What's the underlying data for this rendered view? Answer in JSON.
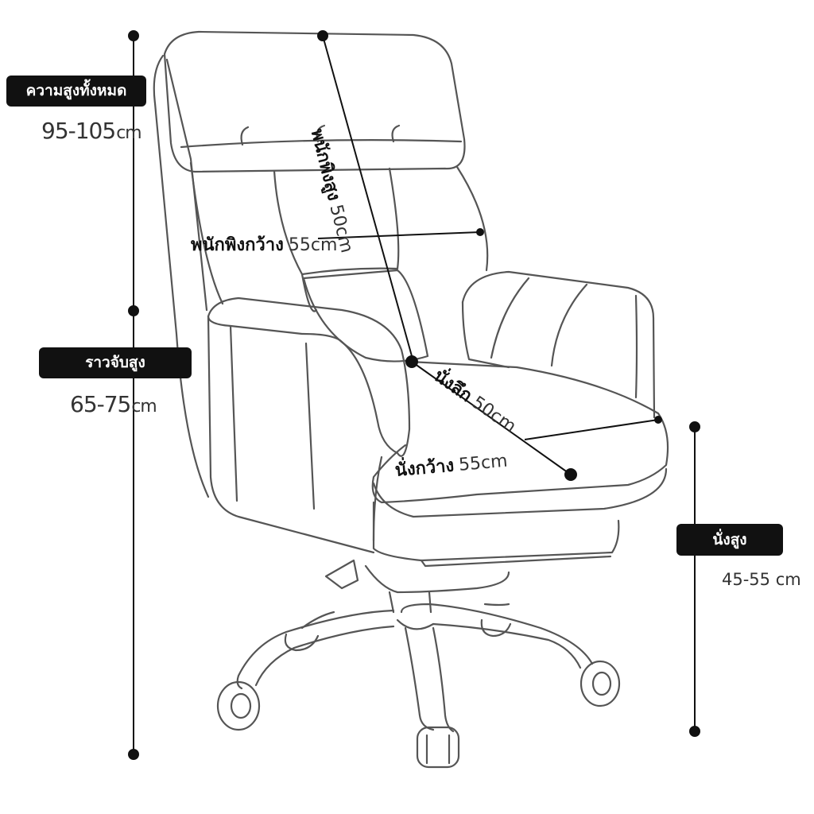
{
  "colors": {
    "ink": "#111111",
    "outline": "#555555",
    "text": "#333333",
    "background": "#ffffff"
  },
  "total_height": {
    "label": "ความสูงทั้งหมด",
    "value": "95-105",
    "unit": "cm"
  },
  "armrest_height": {
    "label": "ราวจับสูง",
    "value": "65-75",
    "unit": "cm"
  },
  "seat_height": {
    "label": "นั่งสูง",
    "value": "45-55 cm"
  },
  "backrest_height": {
    "label": "พนักพิงสูง",
    "value": "50cm"
  },
  "backrest_width": {
    "label": "พนักพิงกว้าง",
    "value": "55cm"
  },
  "seat_depth": {
    "label": "นั่งลึก",
    "value": "50cm"
  },
  "seat_width": {
    "label": "นั่งกว้าง",
    "value": "55cm"
  }
}
